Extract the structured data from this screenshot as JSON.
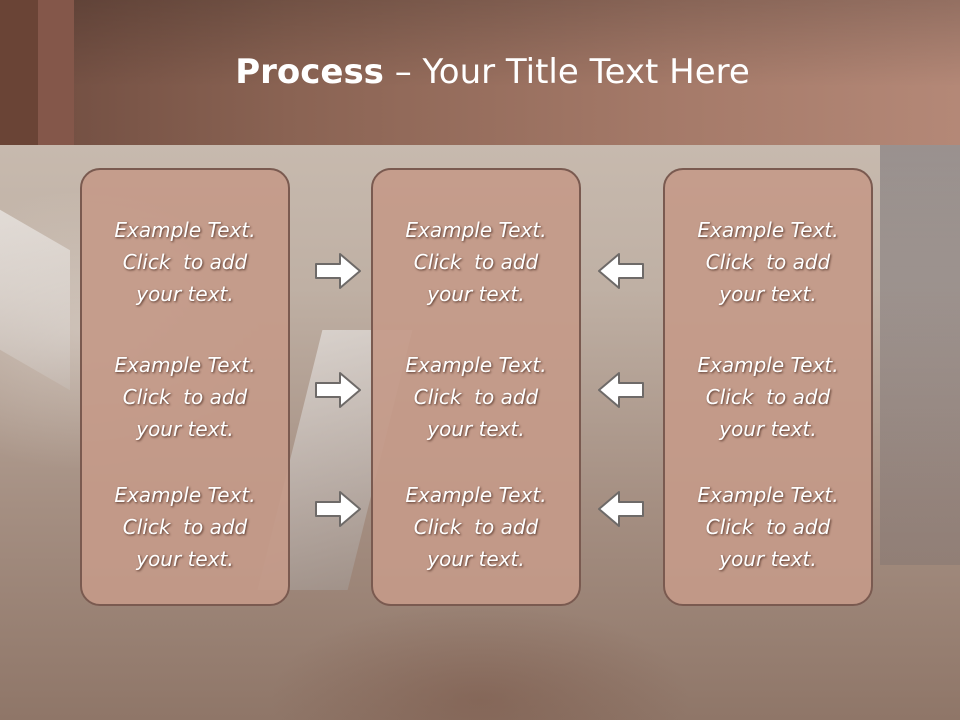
{
  "slide": {
    "title_bold": "Process",
    "title_rest": " – Your Title Text Here"
  },
  "columns": [
    {
      "items": [
        "Example Text.\nClick  to add\nyour text.",
        "Example Text.\nClick  to add\nyour text.",
        "Example Text.\nClick  to add\nyour text."
      ]
    },
    {
      "items": [
        "Example Text.\nClick  to add\nyour text.",
        "Example Text.\nClick  to add\nyour text.",
        "Example Text.\nClick  to add\nyour text."
      ]
    },
    {
      "items": [
        "Example Text.\nClick  to add\nyour text.",
        "Example Text.\nClick  to add\nyour text.",
        "Example Text.\nClick  to add\nyour text."
      ]
    }
  ],
  "arrows": {
    "left_group": "arrow-right-icon",
    "right_group": "arrow-left-icon"
  },
  "colors": {
    "header": "#a57a69",
    "box_fill": "#c49a89",
    "box_border": "#7a5a50",
    "text": "#ffffff"
  }
}
